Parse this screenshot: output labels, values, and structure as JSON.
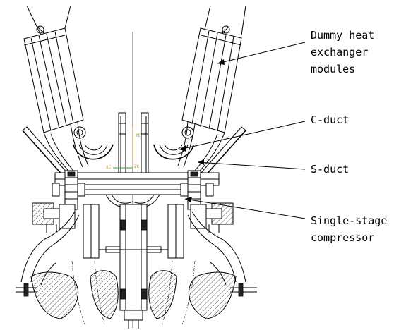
{
  "labels": {
    "heat_exchanger_line1": "Dummy heat",
    "heat_exchanger_line2": "exchanger",
    "heat_exchanger_line3": "modules",
    "c_duct": "C-duct",
    "s_duct": "S-duct",
    "compressor_line1": "Single-stage",
    "compressor_line2": "compressor"
  },
  "axis_markers": {
    "yc": "YC",
    "xc": "XC",
    "zc": "ZC"
  },
  "colors": {
    "line": "#000000",
    "axis_label": "#b5883a",
    "axis_y": "#b5883a",
    "axis_x": "#3a9a3a",
    "background": "#ffffff"
  }
}
